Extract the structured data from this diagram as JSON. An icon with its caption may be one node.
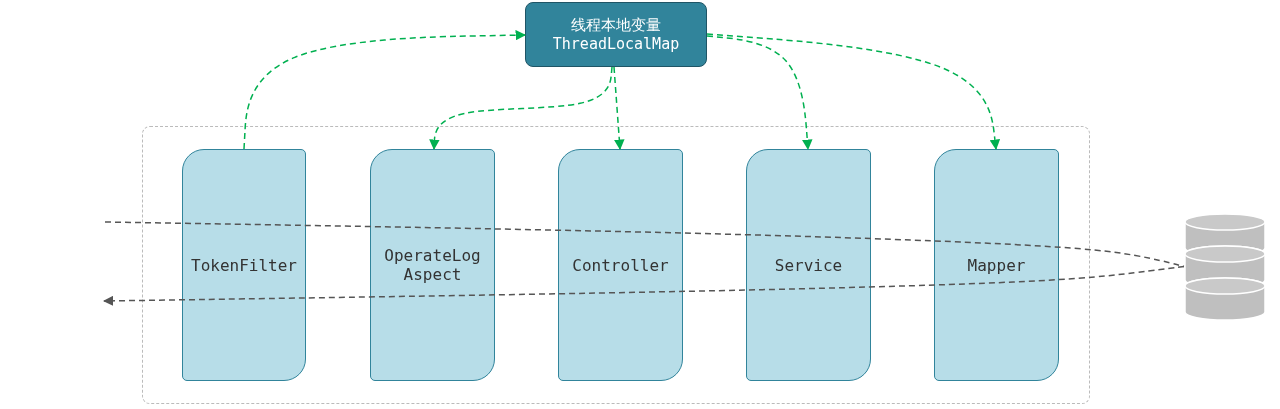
{
  "diagram": {
    "nodes": [
      {
        "text": [
          "线程本地变量 ThreadLocalMap"
        ]
      },
      {
        "text": [],
        "shape": "box"
      },
      {
        "text": [
          "TokenFilter"
        ],
        "in": 1
      },
      {
        "text": [
          "OperateLog Aspect"
        ],
        "in": 1
      },
      {
        "text": [
          "Controller"
        ],
        "in": 1
      },
      {
        "text": [
          "Service"
        ],
        "in": 1
      },
      {
        "text": [
          "Mapper"
        ],
        "in": 1
      },
      {
        "text": [],
        "shape": "cylinder"
      }
    ],
    "edges": [
      {
        "from": 2,
        "to": 0,
        "arrow": "to",
        "style": "dashed"
      },
      {
        "from": 0,
        "to": 3,
        "arrow": "to",
        "style": "dashed"
      },
      {
        "from": 0,
        "to": 4,
        "arrow": "to",
        "style": "dashed"
      },
      {
        "from": 0,
        "to": 5,
        "arrow": "to",
        "style": "dashed"
      },
      {
        "from": 0,
        "to": 6,
        "arrow": "to",
        "style": "dashed"
      },
      {
        "from": null,
        "to": 7,
        "arrow": "none",
        "style": "dashed",
        "color": "#555555"
      },
      {
        "from": 7,
        "to": null,
        "arrow": "to",
        "style": "dashed",
        "color": "#555555"
      }
    ]
  }
}
